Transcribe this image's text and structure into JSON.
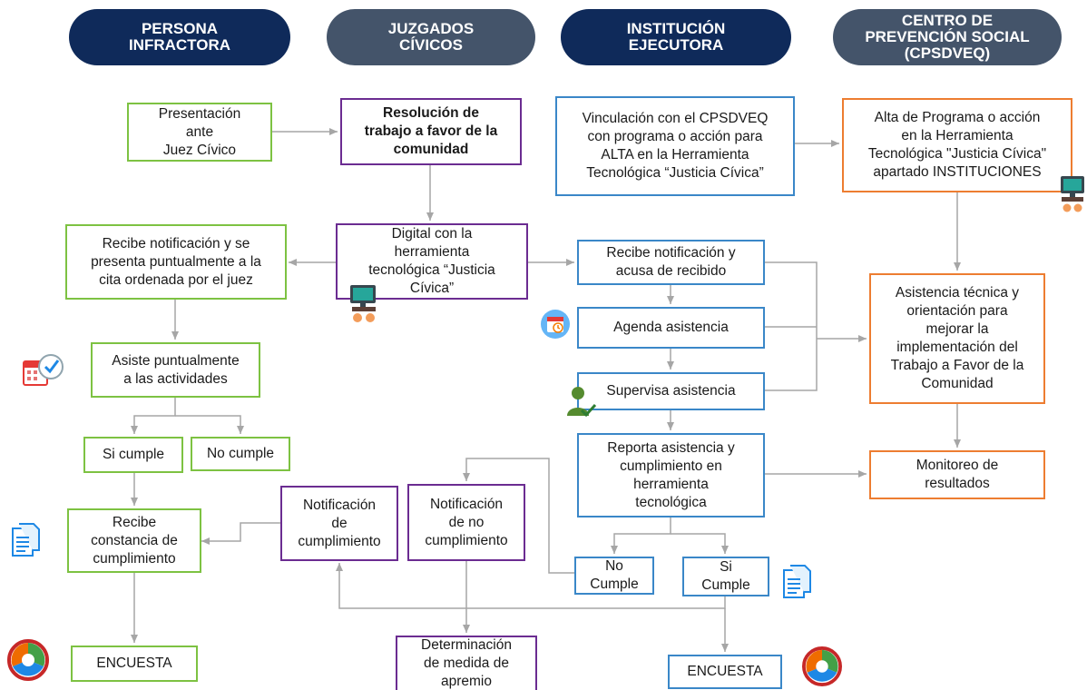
{
  "colors": {
    "header_dark": "#0f2a5a",
    "header_gray": "#44546a",
    "green": "#7dc242",
    "purple": "#6b2c91",
    "blue": "#3a87c8",
    "orange": "#ed7d31",
    "connector": "#a6a6a6"
  },
  "headers": {
    "persona": "PERSONA\nINFRACTORA",
    "juzgados": "JUZGADOS\nCÍVICOS",
    "institucion": "INSTITUCIÓN\nEJECUTORA",
    "centro": "CENTRO DE\nPREVENCIÓN SOCIAL\n(CPSDVEQ)"
  },
  "nodes": {
    "presentacion": "Presentación\nante\nJuez Cívico",
    "resolucion": "Resolución de\ntrabajo a favor de la\ncomunidad",
    "vinculacion": "Vinculación con el CPSDVEQ\ncon programa o acción para\nALTA en la Herramienta\nTecnológica “Justicia Cívica”",
    "alta": "Alta de Programa o acción\nen la Herramienta\nTecnológica \"Justicia Cívica\"\napartado INSTITUCIONES",
    "recibe_notif": "Recibe notificación y se\npresenta puntualmente a la\ncita ordenada por el juez",
    "digital": "Digital con la\nherramienta\ntecnológica “Justicia\nCívica”",
    "recibe_acusa": "Recibe notificación y\nacusa de recibido",
    "agenda": "Agenda asistencia",
    "supervisa": "Supervisa asistencia",
    "asistencia_tecnica": "Asistencia técnica y\norientación para\nmejorar la\nimplementación del\nTrabajo a Favor de la\nComunidad",
    "asiste": "Asiste puntualmente\na las actividades",
    "si_cumple": "Si cumple",
    "no_cumple": "No cumple",
    "reporta": "Reporta asistencia y\ncumplimiento en\nherramienta\ntecnológica",
    "monitoreo": "Monitoreo de\nresultados",
    "recibe_constancia": "Recibe\nconstancia de\ncumplimiento",
    "notif_cumplimiento": "Notificación\nde\ncumplimiento",
    "notif_no_cumplimiento": "Notificación\nde no\ncumplimiento",
    "no_cumple_inst": "No\nCumple",
    "si_cumple_inst": "Si\nCumple",
    "encuesta_left": "ENCUESTA",
    "determinacion": "Determinación\nde medida de\napremio",
    "encuesta_right": "ENCUESTA"
  },
  "icons": {
    "computer_1": "computer-user-icon",
    "computer_2": "computer-user-icon",
    "calendar_clock": "calendar-clock-icon",
    "calendar_small": "calendar-icon",
    "supervisor": "person-check-icon",
    "document_1": "document-icon",
    "document_2": "document-icon",
    "survey_1": "survey-cycle-icon",
    "survey_2": "survey-cycle-icon"
  }
}
